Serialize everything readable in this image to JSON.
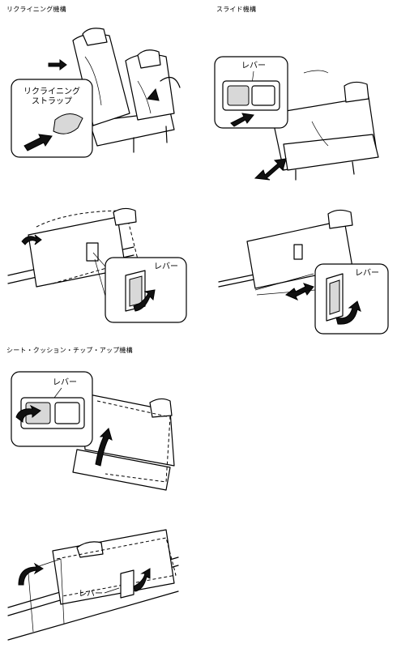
{
  "sections": {
    "reclining": {
      "title": "リクライニング機構"
    },
    "slide": {
      "title": "スライド機構"
    },
    "tipup": {
      "title": "シート・クッション・チップ・アップ機構"
    }
  },
  "callouts": {
    "reclining_strap_line1": "リクライニング",
    "reclining_strap_line2": "ストラップ",
    "lever": "レバー"
  }
}
